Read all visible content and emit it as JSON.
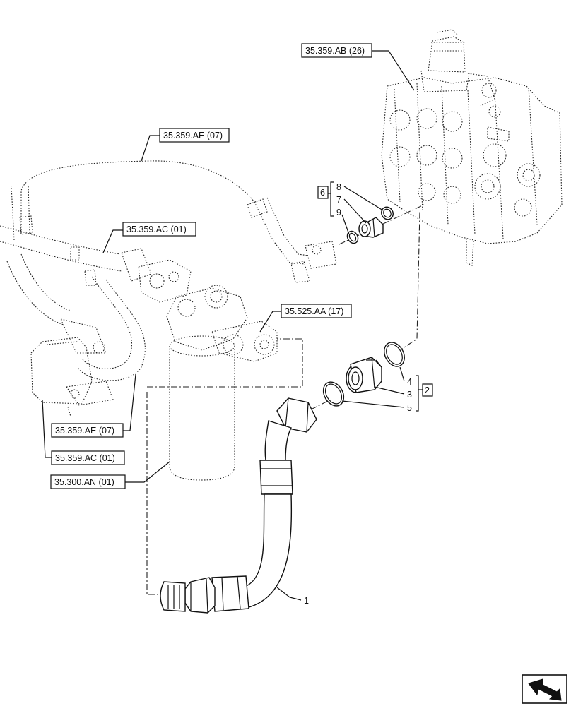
{
  "references": {
    "ab26": "35.359.AB (26)",
    "ae07_top": "35.359.AE (07)",
    "ac01_top": "35.359.AC (01)",
    "aa17": "35.525.AA (17)",
    "ae07_bottom": "35.359.AE (07)",
    "ac01_bottom": "35.359.AC (01)",
    "an01": "35.300.AN (01)"
  },
  "items": {
    "i1": "1",
    "i2": "2",
    "i3": "3",
    "i4": "4",
    "i5": "5",
    "i6": "6",
    "i7": "7",
    "i8": "8",
    "i9": "9"
  },
  "icons": {
    "nav": "next-page-arrow-icon"
  }
}
